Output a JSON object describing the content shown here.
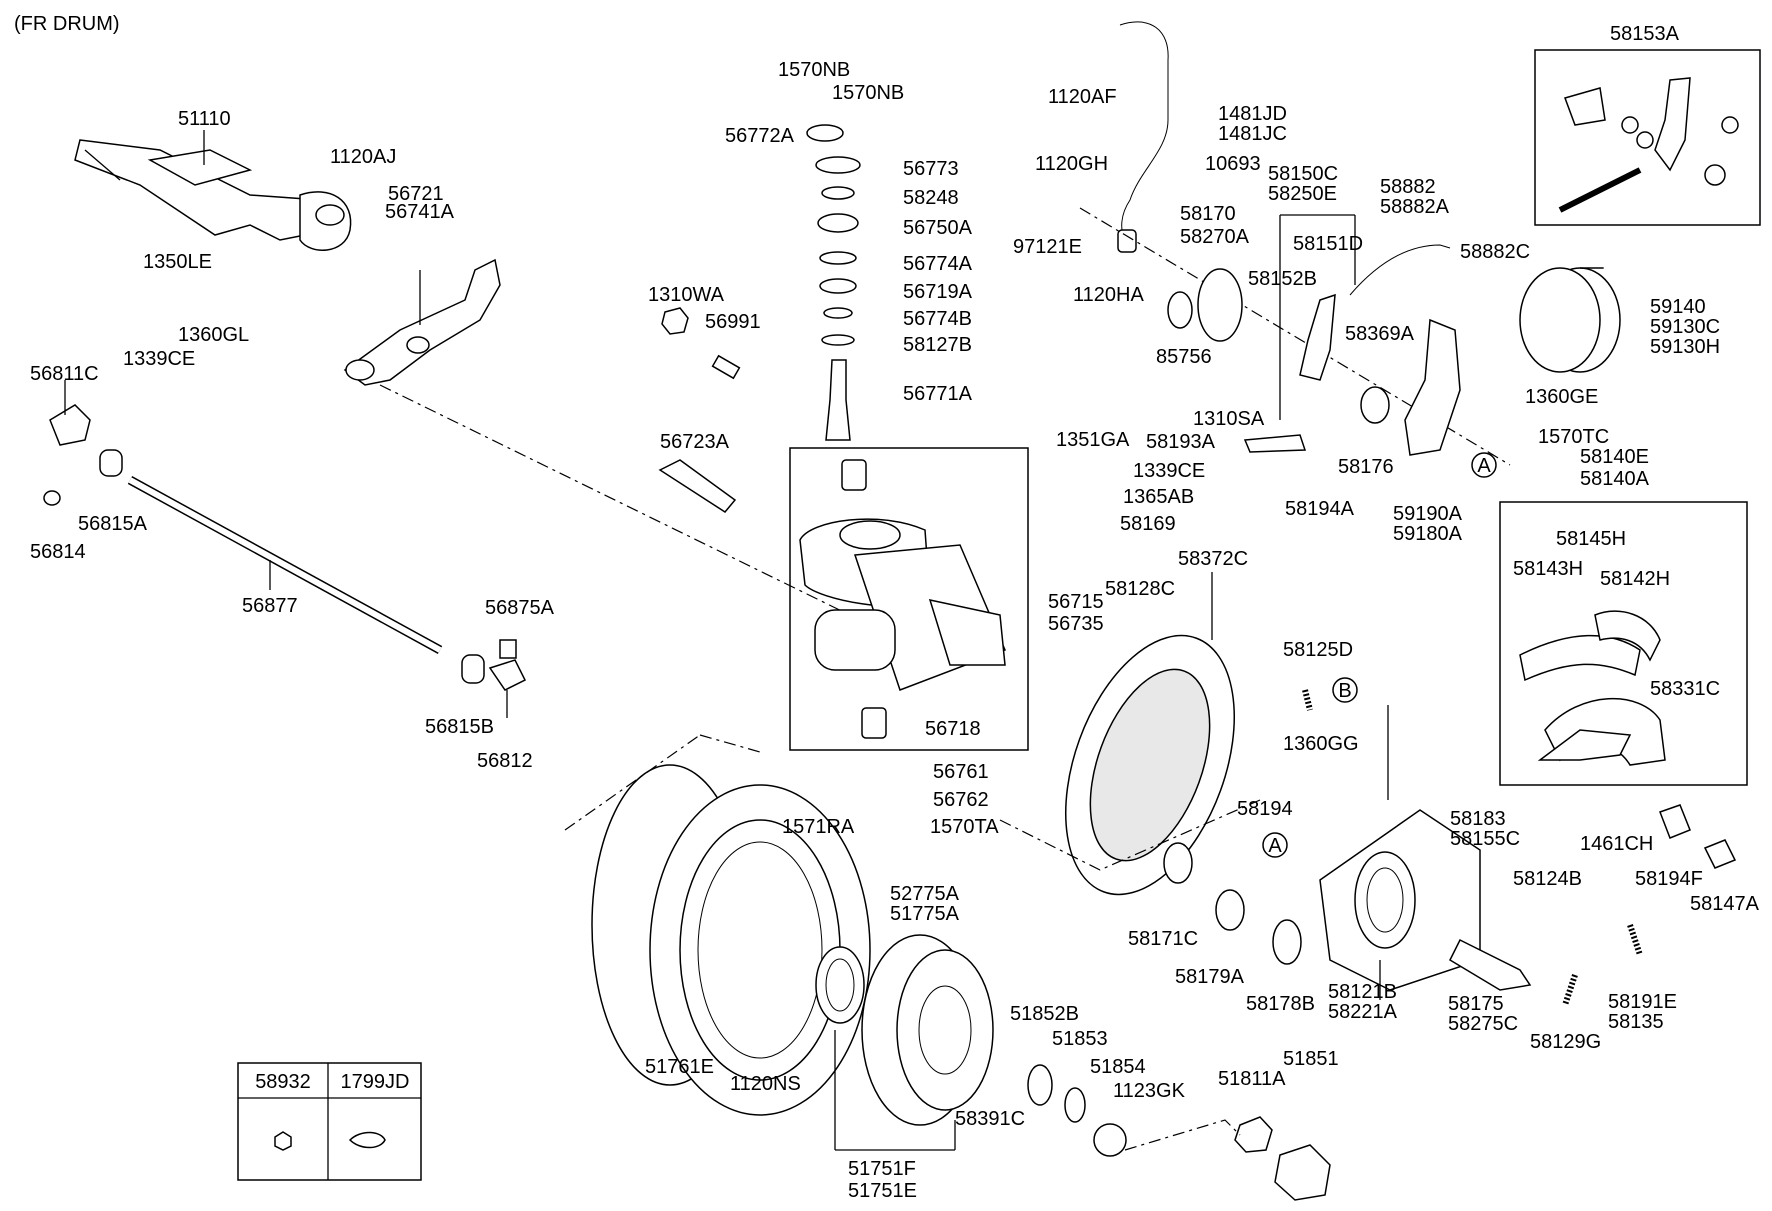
{
  "diagram_title": "(FR DRUM)",
  "labels": {
    "p51110": "51110",
    "p1120AJ": "1120AJ",
    "p56721": "56721",
    "p56741A": "56741A",
    "p1350LE": "1350LE",
    "p1339CE_a": "1339CE",
    "p1360GL": "1360GL",
    "p56811C": "56811C",
    "p56815A": "56815A",
    "p56814": "56814",
    "p56877": "56877",
    "p56875A": "56875A",
    "p56815B": "56815B",
    "p56812": "56812",
    "p1570NB_a": "1570NB",
    "p1570NB_b": "1570NB",
    "p56772A": "56772A",
    "p56773": "56773",
    "p58248": "58248",
    "p56750A": "56750A",
    "p56774A": "56774A",
    "p56719A": "56719A",
    "p56774B": "56774B",
    "p58127B": "58127B",
    "p56771A": "56771A",
    "p1310WA": "1310WA",
    "p56991": "56991",
    "p56723A": "56723A",
    "p56715": "56715",
    "p56735": "56735",
    "p56718": "56718",
    "p56761": "56761",
    "p56762": "56762",
    "p1571RA": "1571RA",
    "p1570TA": "1570TA",
    "p1120AF": "1120AF",
    "p1481JD": "1481JD",
    "p1481JC": "1481JC",
    "p1120GH": "1120GH",
    "p10693": "10693",
    "p97121E": "97121E",
    "p58170": "58170",
    "p58270A": "58270A",
    "p58150C": "58150C",
    "p58250E": "58250E",
    "p58151D": "58151D",
    "p58152B": "58152B",
    "p1120HA": "1120HA",
    "p85756": "85756",
    "p1310SA": "1310SA",
    "p1351GA": "1351GA",
    "p58193A": "58193A",
    "p1339CE_b": "1339CE",
    "p1365AB": "1365AB",
    "p58194A": "58194A",
    "p58169": "58169",
    "p58882": "58882",
    "p58882A": "58882A",
    "p58882C": "58882C",
    "p58369A": "58369A",
    "p58176": "58176",
    "p59190A": "59190A",
    "p59180A": "59180A",
    "p59140": "59140",
    "p59130C": "59130C",
    "p59130H": "59130H",
    "p1360GE": "1360GE",
    "p1570TC": "1570TC",
    "p58153A": "58153A",
    "p58140E": "58140E",
    "p58140A": "58140A",
    "p58145H": "58145H",
    "p58143H": "58143H",
    "p58142H": "58142H",
    "p58331C": "58331C",
    "p1461CH": "1461CH",
    "p58194F": "58194F",
    "p58147A": "58147A",
    "p58372C": "58372C",
    "p58128C": "58128C",
    "p58125D": "58125D",
    "p1360GG": "1360GG",
    "p58194": "58194",
    "p58183": "58183",
    "p58155C": "58155C",
    "p58124B": "58124B",
    "p58171C": "58171C",
    "p58179A": "58179A",
    "p58178B": "58178B",
    "p58121B": "58121B",
    "p58221A": "58221A",
    "p58175": "58175",
    "p58275C": "58275C",
    "p58129G": "58129G",
    "p58191E": "58191E",
    "p58135": "58135",
    "p51761E": "51761E",
    "p1120NS": "1120NS",
    "p52775A": "52775A",
    "p51775A": "51775A",
    "p51852B": "51852B",
    "p51853": "51853",
    "p51854": "51854",
    "p1123GK": "1123GK",
    "p51811A": "51811A",
    "p51851": "51851",
    "p58391C": "58391C",
    "p51751F": "51751F",
    "p51751E": "51751E"
  },
  "refs": {
    "a1": "A",
    "a2": "A",
    "b1": "B"
  },
  "table": {
    "col1": "58932",
    "col2": "1799JD"
  }
}
